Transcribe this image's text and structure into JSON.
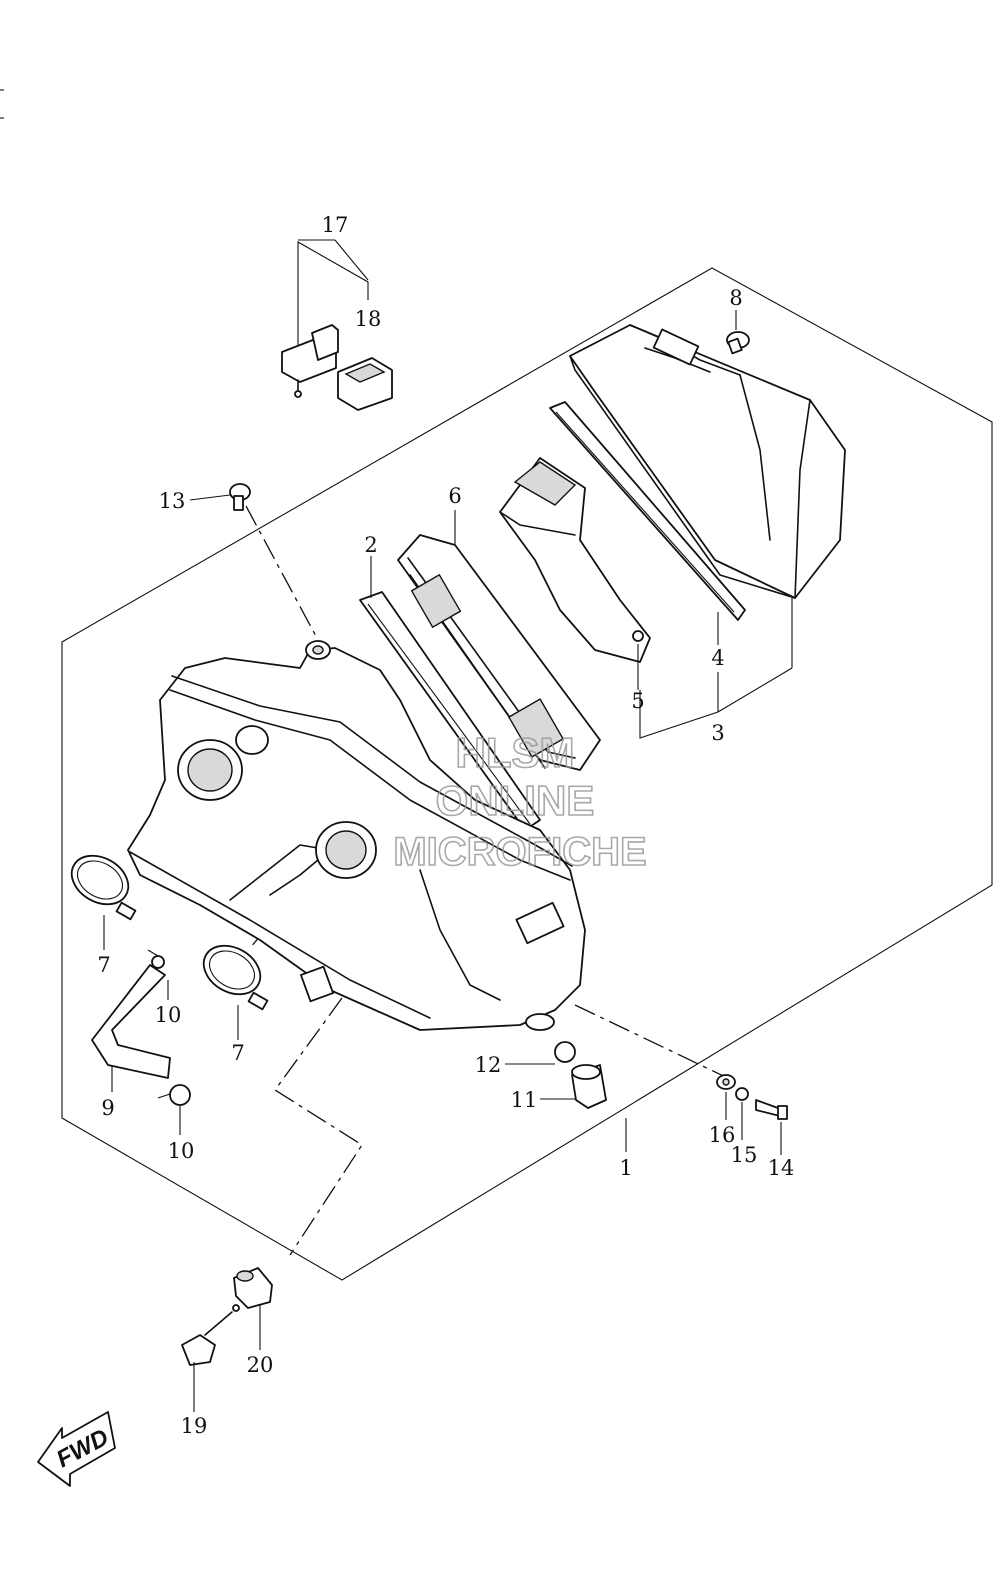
{
  "callouts": {
    "c1": "1",
    "c2": "2",
    "c3": "3",
    "c4": "4",
    "c5": "5",
    "c6": "6",
    "c7a": "7",
    "c7b": "7",
    "c8": "8",
    "c9": "9",
    "c10a": "10",
    "c10b": "10",
    "c11": "11",
    "c12": "12",
    "c13": "13",
    "c14": "14",
    "c15": "15",
    "c16": "16",
    "c17": "17",
    "c18": "18",
    "c19": "19",
    "c20": "20"
  },
  "watermark": {
    "line1": "HLSM",
    "line2": "ONLINE",
    "line3": "MICROFICHE"
  },
  "fwd_label": "FWD"
}
